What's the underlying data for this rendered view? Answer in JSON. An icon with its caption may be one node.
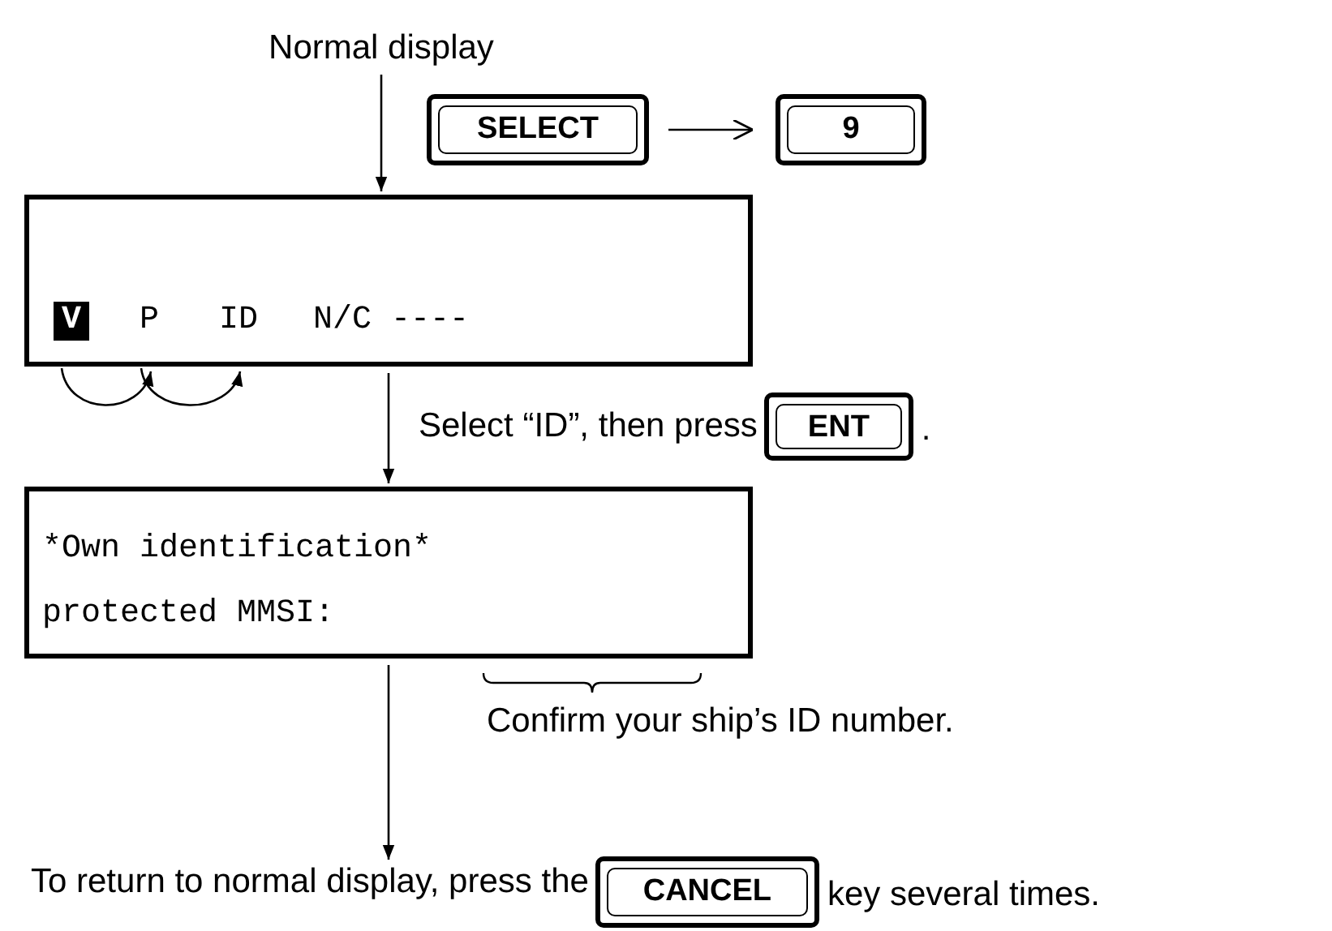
{
  "diagram": {
    "nodes": [
      {
        "text": [
          "Normal display"
        ]
      },
      {
        "text": [
          "SELECT"
        ]
      },
      {
        "text": [
          "9"
        ]
      },
      {
        "text": [],
        "shape": "box"
      },
      {
        "text": [
          "V"
        ],
        "in": 3
      },
      {
        "text": [
          "P"
        ],
        "in": 3
      },
      {
        "text": [
          "ID"
        ],
        "in": 3
      },
      {
        "text": [
          "ENT"
        ],
        "beside": [
          "."
        ]
      },
      {
        "text": [
          "*Own identification*",
          "protected MMSI:"
        ]
      },
      {
        "text": [
          "To return to normal display, press the"
        ]
      },
      {
        "text": [
          "CANCEL"
        ],
        "beside": [
          "key several times."
        ]
      }
    ],
    "edges": [
      {
        "from": 0,
        "to": 3,
        "arrow": "to"
      },
      {
        "from": 1,
        "to": 2,
        "arrow": "to"
      },
      {
        "from": 4,
        "to": 5,
        "arrow": "to"
      },
      {
        "from": 5,
        "to": 6,
        "arrow": "to"
      },
      {
        "from": 3,
        "to": 8,
        "arrow": "to"
      },
      {
        "from": 8,
        "to": 9,
        "arrow": "to"
      }
    ],
    "labels": [
      "N/C ----",
      "Select “ID”, then press",
      "Confirm your ship’s ID number."
    ]
  }
}
